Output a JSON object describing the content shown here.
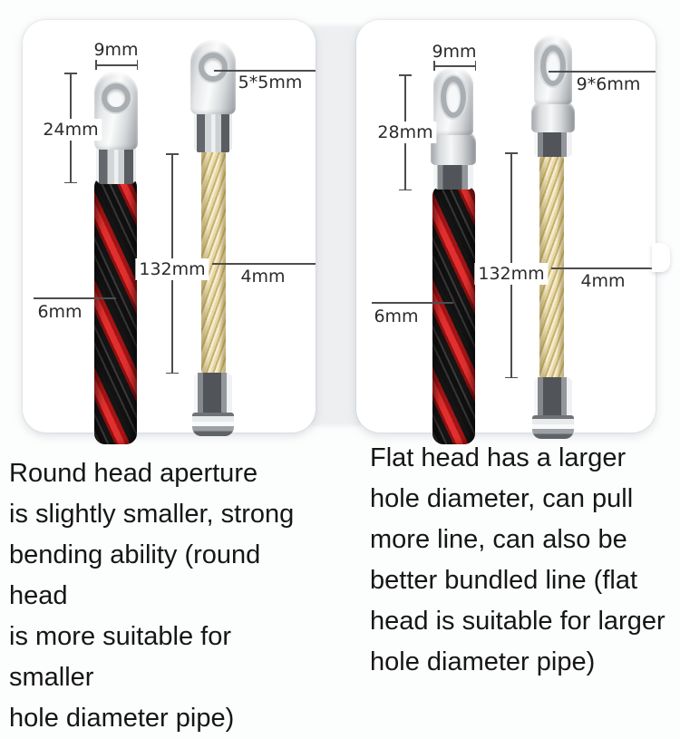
{
  "colors": {
    "red_cable": "#d42322",
    "black_cable": "#161616",
    "yellow_rope": "#e9dca6",
    "steel_light": "#f2f3f4",
    "steel_dark": "#5d6064",
    "measure_line": "#4d4d4d",
    "label_text": "#2b2b2b",
    "body_text": "#161616",
    "card_bg": "#ffffff"
  },
  "panels": [
    {
      "id": "round-head",
      "measurements": {
        "width": "9mm",
        "height": "24mm",
        "hole": "5*5mm",
        "cable": "6mm",
        "length": "132mm",
        "rope": "4mm"
      },
      "description_lines": [
        "Round head aperture",
        "is slightly smaller, strong",
        "bending ability (round head",
        "is more suitable for smaller",
        "hole diameter pipe)"
      ]
    },
    {
      "id": "flat-head",
      "measurements": {
        "width": "9mm",
        "height": "28mm",
        "hole": "9*6mm",
        "cable": "6mm",
        "length": "132mm",
        "rope": "4mm"
      },
      "description_lines": [
        "Flat head has a larger",
        "hole diameter, can pull",
        "more line, can also be",
        "better bundled line (flat",
        "head is suitable for larger",
        "hole diameter pipe)"
      ]
    }
  ]
}
